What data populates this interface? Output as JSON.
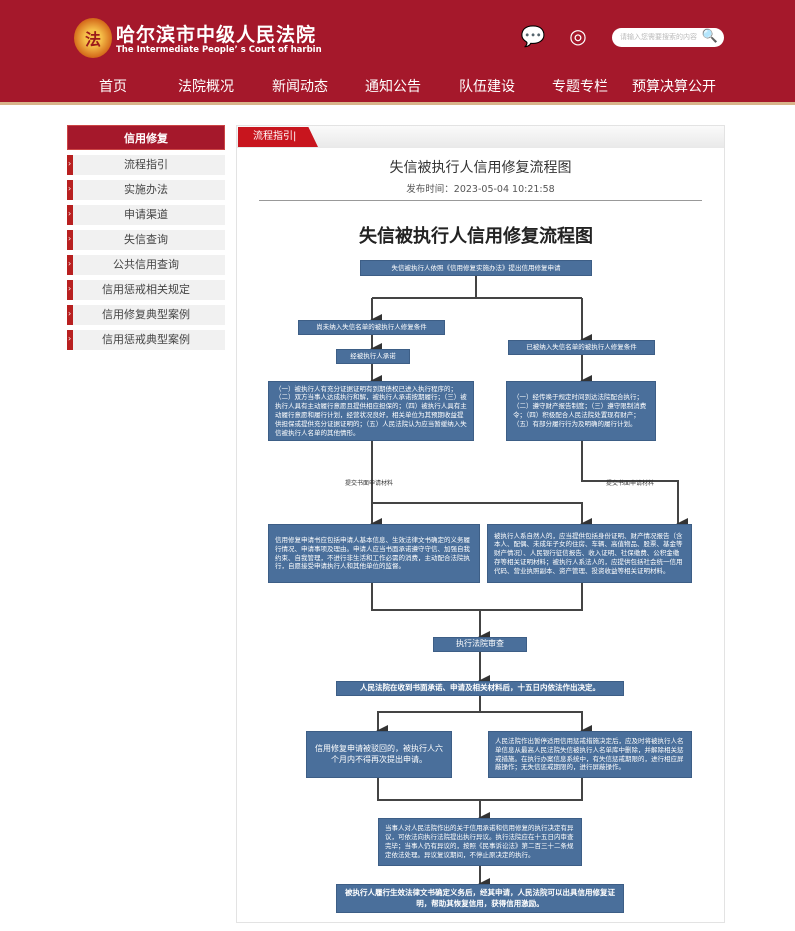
{
  "header": {
    "logo_text": "法",
    "title": "哈尔滨市中级人民法院",
    "subtitle": "The Intermediate People’ s Court of harbin",
    "search_placeholder": "请输入您需要搜索的内容",
    "search_icon": "🔍",
    "wechat_icon": "💬",
    "weibo_icon": "◎"
  },
  "nav": [
    "首页",
    "法院概况",
    "新闻动态",
    "通知公告",
    "队伍建设",
    "专题专栏",
    "预算决算公开"
  ],
  "sidebar": {
    "title": "信用修复",
    "items": [
      "流程指引",
      "实施办法",
      "申请渠道",
      "失信查询",
      "公共信用查询",
      "信用惩戒相关规定",
      "信用修复典型案例",
      "信用惩戒典型案例"
    ]
  },
  "article": {
    "tab": "流程指引|",
    "title": "失信被执行人信用修复流程图",
    "date": "发布时间：2023-05-04 10:21:58"
  },
  "flowchart": {
    "title": "失信被执行人信用修复流程图",
    "start": "失信被执行人依照《信用修复实施办法》提出信用修复申请",
    "left_cond": "尚未纳入失信名单的被执行人修复条件",
    "left_promise": "经被执行人承诺",
    "right_cond": "已被纳入失信名单的被执行人修复条件",
    "left_list": "（一）被执行人有充分证据证明有到期债权已进入执行程序的；（二）双方当事人达成执行和解，被执行人承诺按期履行；（三）被执行人具有主动履行意愿且提供相应担保的；（四）被执行人具有主动履行意愿和履行计划，经营状况良好，相关单位为其预期收益提供担保或提供充分证据证明的；（五）人民法院认为应当暂缓纳入失信被执行人名单的其他情形。",
    "right_list": "（一）经传唤于规定时间到达法院配合执行；（二）遵守财产报告制度；（三）遵守限制消费令；（四）积极配合人民法院处置现有财产；（五）有部分履行行为及明确的履行计划。",
    "submit_label_left": "提交书面申请材料",
    "submit_label_right": "提交书面申请材料",
    "left_materials": "信用修复申请书应包括申请人基本信息、生效法律文书确定的义务履行情况、申请事项及理由。申请人应当书面承诺遵守守信、加强自我约束、自我管理，不进行非生活和工作必需的消费，主动配合法院执行，自愿接受申请执行人和其他单位的监督。",
    "right_materials": "被执行人系自然人的，应当提供包括身份证明、财产情况报告（含本人、配偶、未成年子女的住房、车辆、高值物品、股票、基金等财产情况）、人民银行征信报告、收入证明、社保缴费、公积金缴存等相关证明材料；被执行人系法人的，应提供包括社会统一信用代码、营业执照副本、资产管理、投资收益等相关证明材料。",
    "review": "执行法院审查",
    "decision": "人民法院在收到书面承诺、申请及相关材料后，十五日内依法作出决定。",
    "rejected": "信用修复申请被驳回的，被执行人六个月内不得再次提出申请。",
    "approved": "人民法院作出暂停适用信用惩戒措施决定后，应及时将被执行人名单信息从最高人民法院失信被执行人名单库中删除，并解除相关惩戒措施。在执行办案信息系统中，有失信惩戒期限的，进行相应屏蔽操作；无失信惩戒期限的，进行屏蔽操作。",
    "objection": "当事人对人民法院作出的关于信用承诺和信用修复的执行决定有异议，可依法向执行法院提出执行异议。执行法院应在十五日内审查完毕；当事人仍有异议的，按照《民事诉讼法》第二百三十二条规定依法处理。异议复议期间，不停止原决定的执行。",
    "final": "被执行人履行生效法律文书确定义务后，经其申请，人民法院可以出具信用修复证明，帮助其恢复信用，获得信用激励。"
  }
}
